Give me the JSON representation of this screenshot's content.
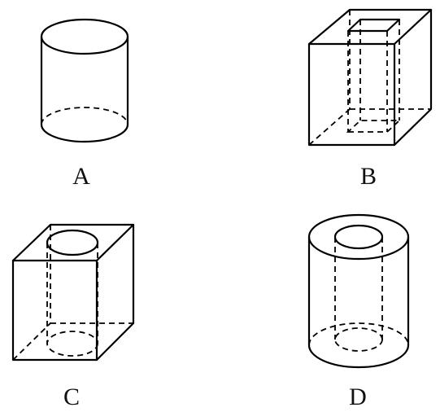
{
  "options": [
    {
      "label": "A"
    },
    {
      "label": "B"
    },
    {
      "label": "C"
    },
    {
      "label": "D"
    }
  ]
}
